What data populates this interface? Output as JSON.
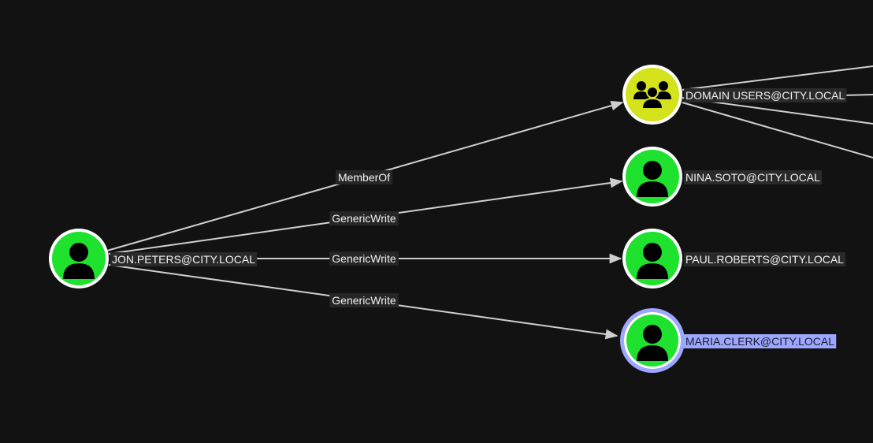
{
  "graph": {
    "nodes": [
      {
        "id": "jon",
        "label": "JON.PETERS@CITY.LOCAL",
        "kind": "user",
        "color": "#1ee22e",
        "selected": false
      },
      {
        "id": "domain_users",
        "label": "DOMAIN USERS@CITY.LOCAL",
        "kind": "group",
        "color": "#d4e31b",
        "selected": false
      },
      {
        "id": "nina",
        "label": "NINA.SOTO@CITY.LOCAL",
        "kind": "user",
        "color": "#1ee22e",
        "selected": false
      },
      {
        "id": "paul",
        "label": "PAUL.ROBERTS@CITY.LOCAL",
        "kind": "user",
        "color": "#1ee22e",
        "selected": false
      },
      {
        "id": "maria",
        "label": "MARIA.CLERK@CITY.LOCAL",
        "kind": "user",
        "color": "#1ee22e",
        "selected": true
      }
    ],
    "edges": [
      {
        "source": "jon",
        "target": "domain_users",
        "label": "MemberOf"
      },
      {
        "source": "jon",
        "target": "nina",
        "label": "GenericWrite"
      },
      {
        "source": "jon",
        "target": "paul",
        "label": "GenericWrite"
      },
      {
        "source": "jon",
        "target": "maria",
        "label": "GenericWrite"
      }
    ],
    "icons": {
      "user": "user-icon",
      "group": "group-icon"
    },
    "colors": {
      "background": "#121212",
      "edge": "#cfcfcf",
      "selection": "#9ea7ff"
    }
  }
}
